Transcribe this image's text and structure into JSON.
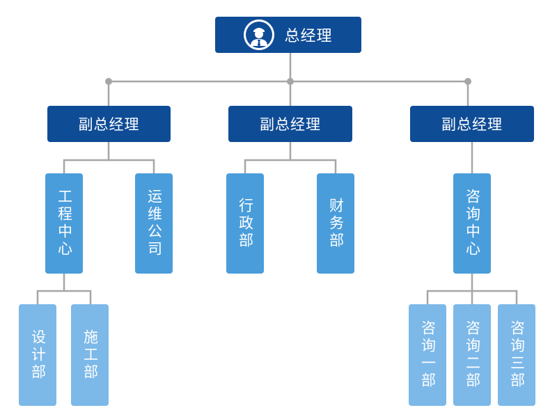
{
  "colors": {
    "dark": "#0f4c96",
    "mid": "#4a9ddb",
    "light": "#7cb8e8",
    "connector": "#a6a6a6"
  },
  "root": {
    "label": "总经理",
    "icon": "manager-avatar-icon"
  },
  "vps": [
    {
      "label": "副总经理"
    },
    {
      "label": "副总经理"
    },
    {
      "label": "副总经理"
    }
  ],
  "departments": [
    {
      "label": "工程中心"
    },
    {
      "label": "运维公司"
    },
    {
      "label": "行政部"
    },
    {
      "label": "财务部"
    },
    {
      "label": "咨询中心"
    }
  ],
  "sub_departments": [
    {
      "label": "设计部"
    },
    {
      "label": "施工部"
    },
    {
      "label": "咨询一部"
    },
    {
      "label": "咨询二部"
    },
    {
      "label": "咨询三部"
    }
  ]
}
